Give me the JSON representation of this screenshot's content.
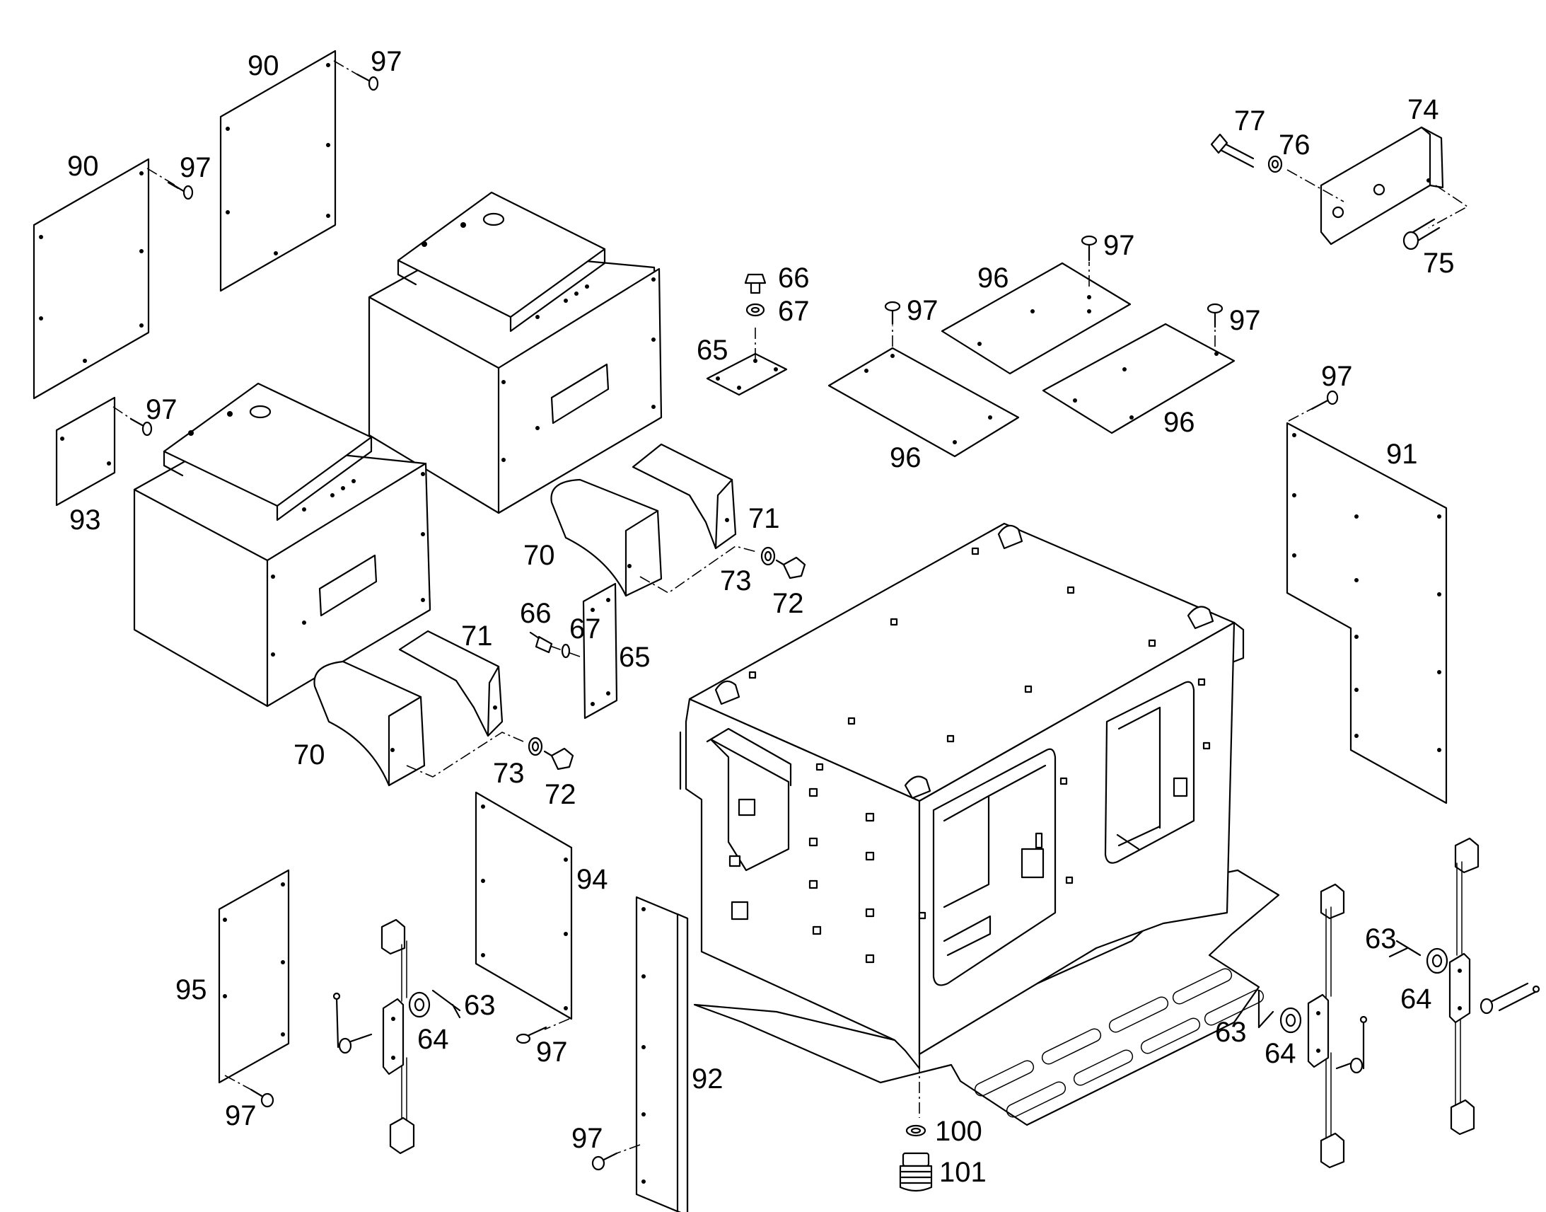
{
  "callouts": [
    {
      "id": "c1",
      "text": "90"
    },
    {
      "id": "c2",
      "text": "97"
    },
    {
      "id": "c3",
      "text": "90"
    },
    {
      "id": "c4",
      "text": "97"
    },
    {
      "id": "c5",
      "text": "97"
    },
    {
      "id": "c6",
      "text": "93"
    },
    {
      "id": "c7",
      "text": "77"
    },
    {
      "id": "c8",
      "text": "74"
    },
    {
      "id": "c9",
      "text": "76"
    },
    {
      "id": "c10",
      "text": "75"
    },
    {
      "id": "c11",
      "text": "66"
    },
    {
      "id": "c12",
      "text": "67"
    },
    {
      "id": "c13",
      "text": "65"
    },
    {
      "id": "c14",
      "text": "97"
    },
    {
      "id": "c15",
      "text": "96"
    },
    {
      "id": "c16",
      "text": "97"
    },
    {
      "id": "c17",
      "text": "97"
    },
    {
      "id": "c18",
      "text": "96"
    },
    {
      "id": "c19",
      "text": "96"
    },
    {
      "id": "c20",
      "text": "97"
    },
    {
      "id": "c21",
      "text": "91"
    },
    {
      "id": "c22",
      "text": "71"
    },
    {
      "id": "c23",
      "text": "70"
    },
    {
      "id": "c24",
      "text": "73"
    },
    {
      "id": "c25",
      "text": "72"
    },
    {
      "id": "c26",
      "text": "66"
    },
    {
      "id": "c27",
      "text": "67"
    },
    {
      "id": "c28",
      "text": "65"
    },
    {
      "id": "c29",
      "text": "71"
    },
    {
      "id": "c30",
      "text": "70"
    },
    {
      "id": "c31",
      "text": "73"
    },
    {
      "id": "c32",
      "text": "72"
    },
    {
      "id": "c33",
      "text": "94"
    },
    {
      "id": "c34",
      "text": "95"
    },
    {
      "id": "c35",
      "text": "63"
    },
    {
      "id": "c36",
      "text": "64"
    },
    {
      "id": "c37",
      "text": "97"
    },
    {
      "id": "c38",
      "text": "97"
    },
    {
      "id": "c39",
      "text": "92"
    },
    {
      "id": "c40",
      "text": "97"
    },
    {
      "id": "c41",
      "text": "100"
    },
    {
      "id": "c42",
      "text": "101"
    },
    {
      "id": "c43",
      "text": "63"
    },
    {
      "id": "c44",
      "text": "64"
    },
    {
      "id": "c45",
      "text": "63"
    },
    {
      "id": "c46",
      "text": "64"
    }
  ]
}
